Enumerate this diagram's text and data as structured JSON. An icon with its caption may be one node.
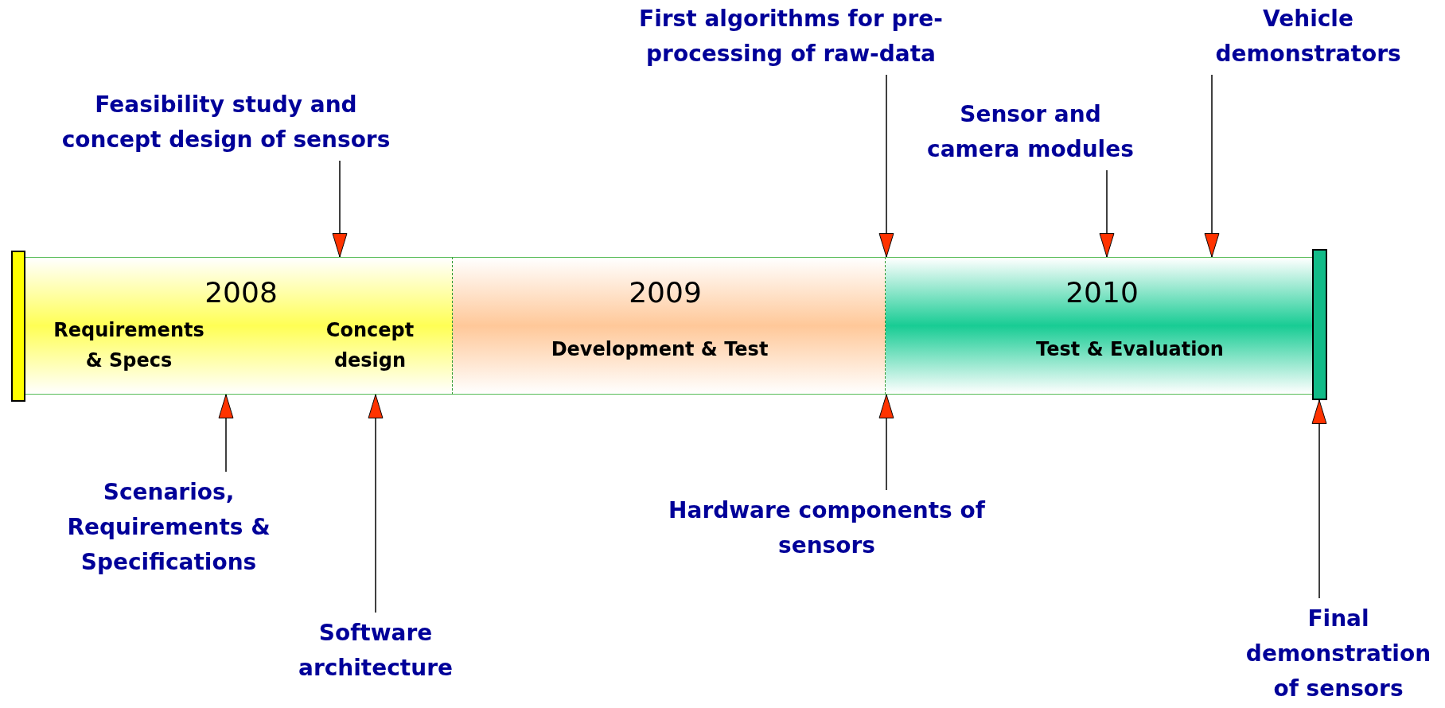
{
  "diagram": {
    "nodes": [
      {
        "text": [
          "First algorithms for pre-processing of raw-data"
        ]
      },
      {
        "text": [
          "Vehicle demonstrators"
        ]
      },
      {
        "text": [
          "Feasibility study and concept design of sensors"
        ]
      },
      {
        "text": [
          "Sensor and camera modules"
        ]
      },
      {
        "text": [],
        "shape": "bar"
      },
      {
        "text": [
          "2008",
          "Requirements & Specs",
          "Concept design"
        ]
      },
      {
        "text": [
          "2009",
          "Development & Test"
        ]
      },
      {
        "text": [
          "2010",
          "Test & Evaluation"
        ]
      },
      {
        "text": [],
        "shape": "bar"
      },
      {
        "text": [
          "Scenarios, Requirements & Specifications"
        ]
      },
      {
        "text": [
          "Hardware components of sensors"
        ]
      },
      {
        "text": [
          "Software architecture"
        ]
      },
      {
        "text": [
          "Final demonstration of sensors"
        ]
      }
    ],
    "edges": [
      {
        "from": 2,
        "to": 5,
        "arrow": "to"
      },
      {
        "from": 0,
        "to": 7,
        "arrow": "to"
      },
      {
        "from": 3,
        "to": 7,
        "arrow": "to"
      },
      {
        "from": 1,
        "to": 7,
        "arrow": "to"
      },
      {
        "from": 9,
        "to": 5,
        "arrow": "to"
      },
      {
        "from": 11,
        "to": 5,
        "arrow": "to"
      },
      {
        "from": 10,
        "to": 7,
        "arrow": "to"
      },
      {
        "from": 12,
        "to": 8,
        "arrow": "to"
      }
    ]
  }
}
